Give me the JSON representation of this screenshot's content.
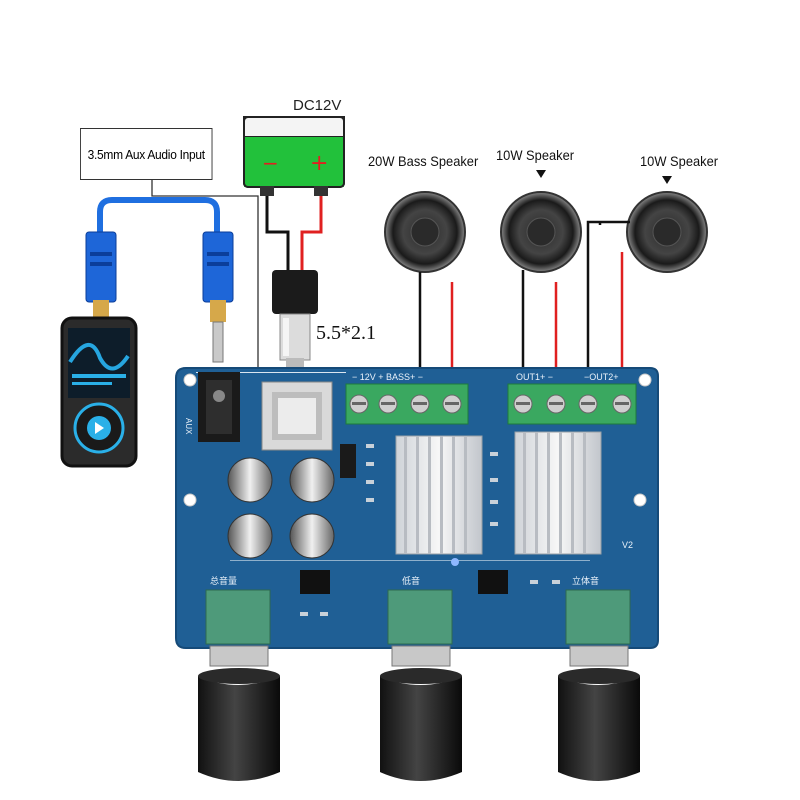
{
  "labels": {
    "aux_input": "3.5mm Aux Audio Input",
    "power": "DC12V",
    "plug_size": "5.5*2.1",
    "speaker_bass": "20W Bass Speaker",
    "speaker_mid": "10W Speaker",
    "speaker_right": "10W Speaker"
  },
  "battery": {
    "minus": "−",
    "plus": "+"
  },
  "board": {
    "aux_silk": "AUX",
    "bass_terminal": "− 12V + BASS+ −",
    "out1_terminal": "OUT1+ −",
    "out2_terminal": "−OUT2+",
    "version": "V2",
    "knob_left": "总音量",
    "knob_mid": "低音",
    "knob_right": "立体音"
  },
  "colors": {
    "pcb": "#1f5f95",
    "pcb_dark": "#154a78",
    "terminal": "#3aa860",
    "pot": "#4e9a7a",
    "battery": "#22c13b",
    "wire_red": "#e02020",
    "cable_blue": "#1f6fe0"
  }
}
